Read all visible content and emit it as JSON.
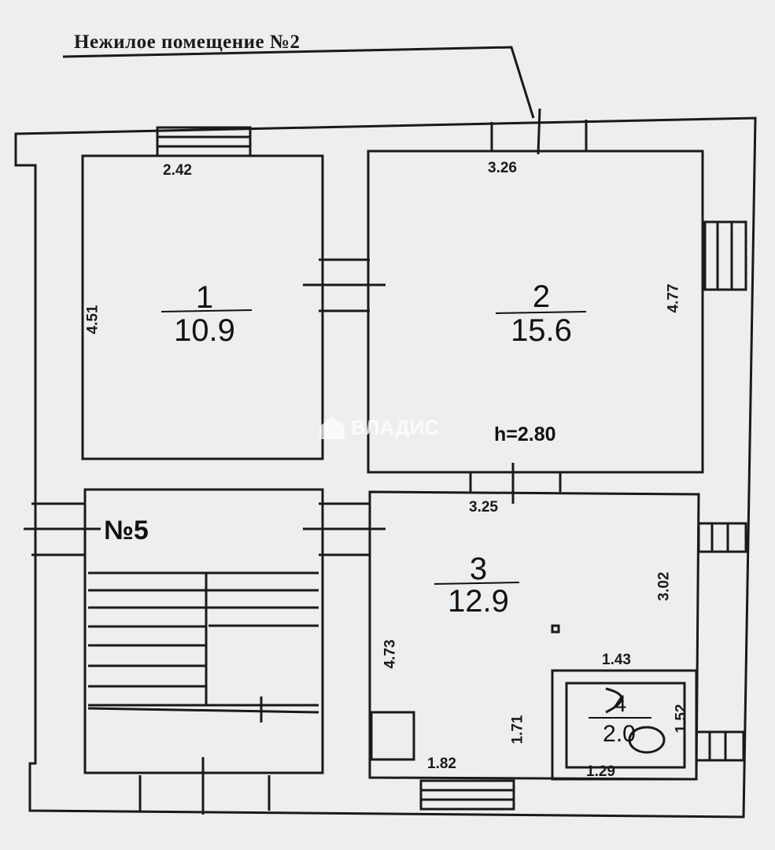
{
  "title": "Нежилое помещение №2",
  "rooms": [
    {
      "number": "1",
      "area": "10.9"
    },
    {
      "number": "2",
      "area": "15.6"
    },
    {
      "number": "3",
      "area": "12.9"
    },
    {
      "number": "4",
      "area": "2.0"
    }
  ],
  "dimensions": {
    "room1_top": "2.42",
    "room1_left": "4.51",
    "room2_top": "3.26",
    "room2_right": "4.77",
    "room3_top": "3.25",
    "room3_right": "3.02",
    "room3_left": "4.73",
    "room3_bottom": "1.82",
    "room3_inner": "1.71",
    "room4_top": "1.43",
    "room4_right": "1.52",
    "room4_bottom": "1.29"
  },
  "ceiling_height": "h=2.80",
  "stair_label": "№5",
  "watermark": "ВЛАДИС",
  "colors": {
    "line": "#1a1a1a",
    "background": "#eceef0"
  }
}
